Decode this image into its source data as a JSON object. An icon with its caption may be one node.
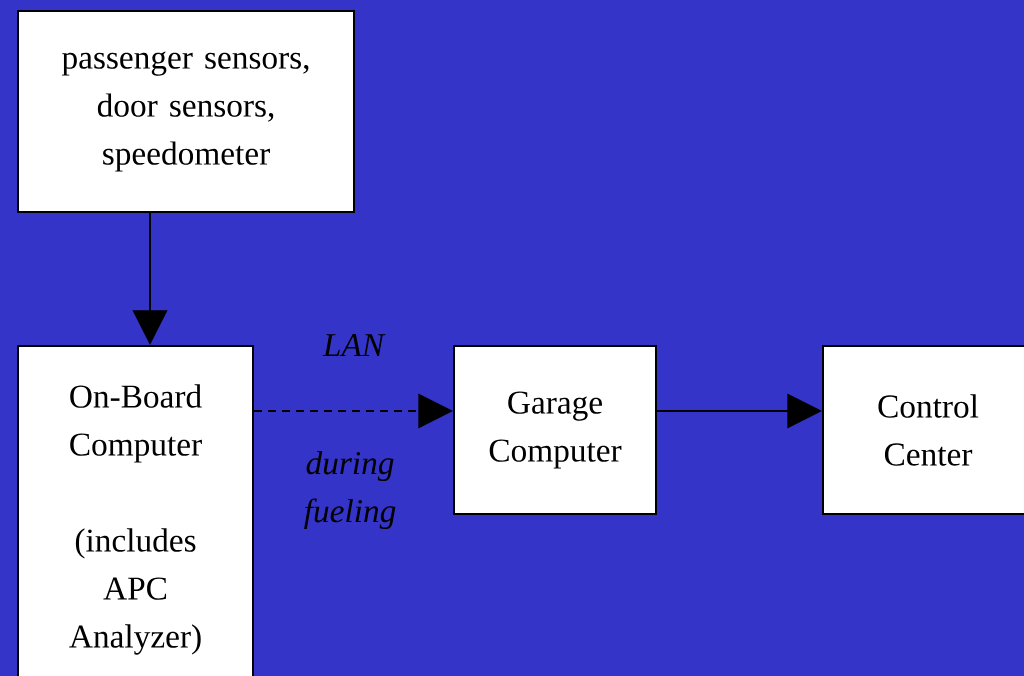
{
  "diagram": {
    "nodes": [
      {
        "text": [
          "passenger sensors, door sensors, speedometer"
        ]
      },
      {
        "text": [
          "On-Board Computer",
          "(includes APC Analyzer)"
        ]
      },
      {
        "text": [
          "Garage Computer"
        ]
      },
      {
        "text": [
          "Control Center"
        ]
      }
    ],
    "edges": [
      {
        "from": 0,
        "to": 1,
        "arrow": "to"
      },
      {
        "from": 1,
        "to": 2,
        "arrow": "to",
        "style": "dashed",
        "label": "LAN"
      },
      {
        "from": 2,
        "to": 3,
        "arrow": "to"
      }
    ],
    "labels": [
      "during fueling"
    ]
  }
}
